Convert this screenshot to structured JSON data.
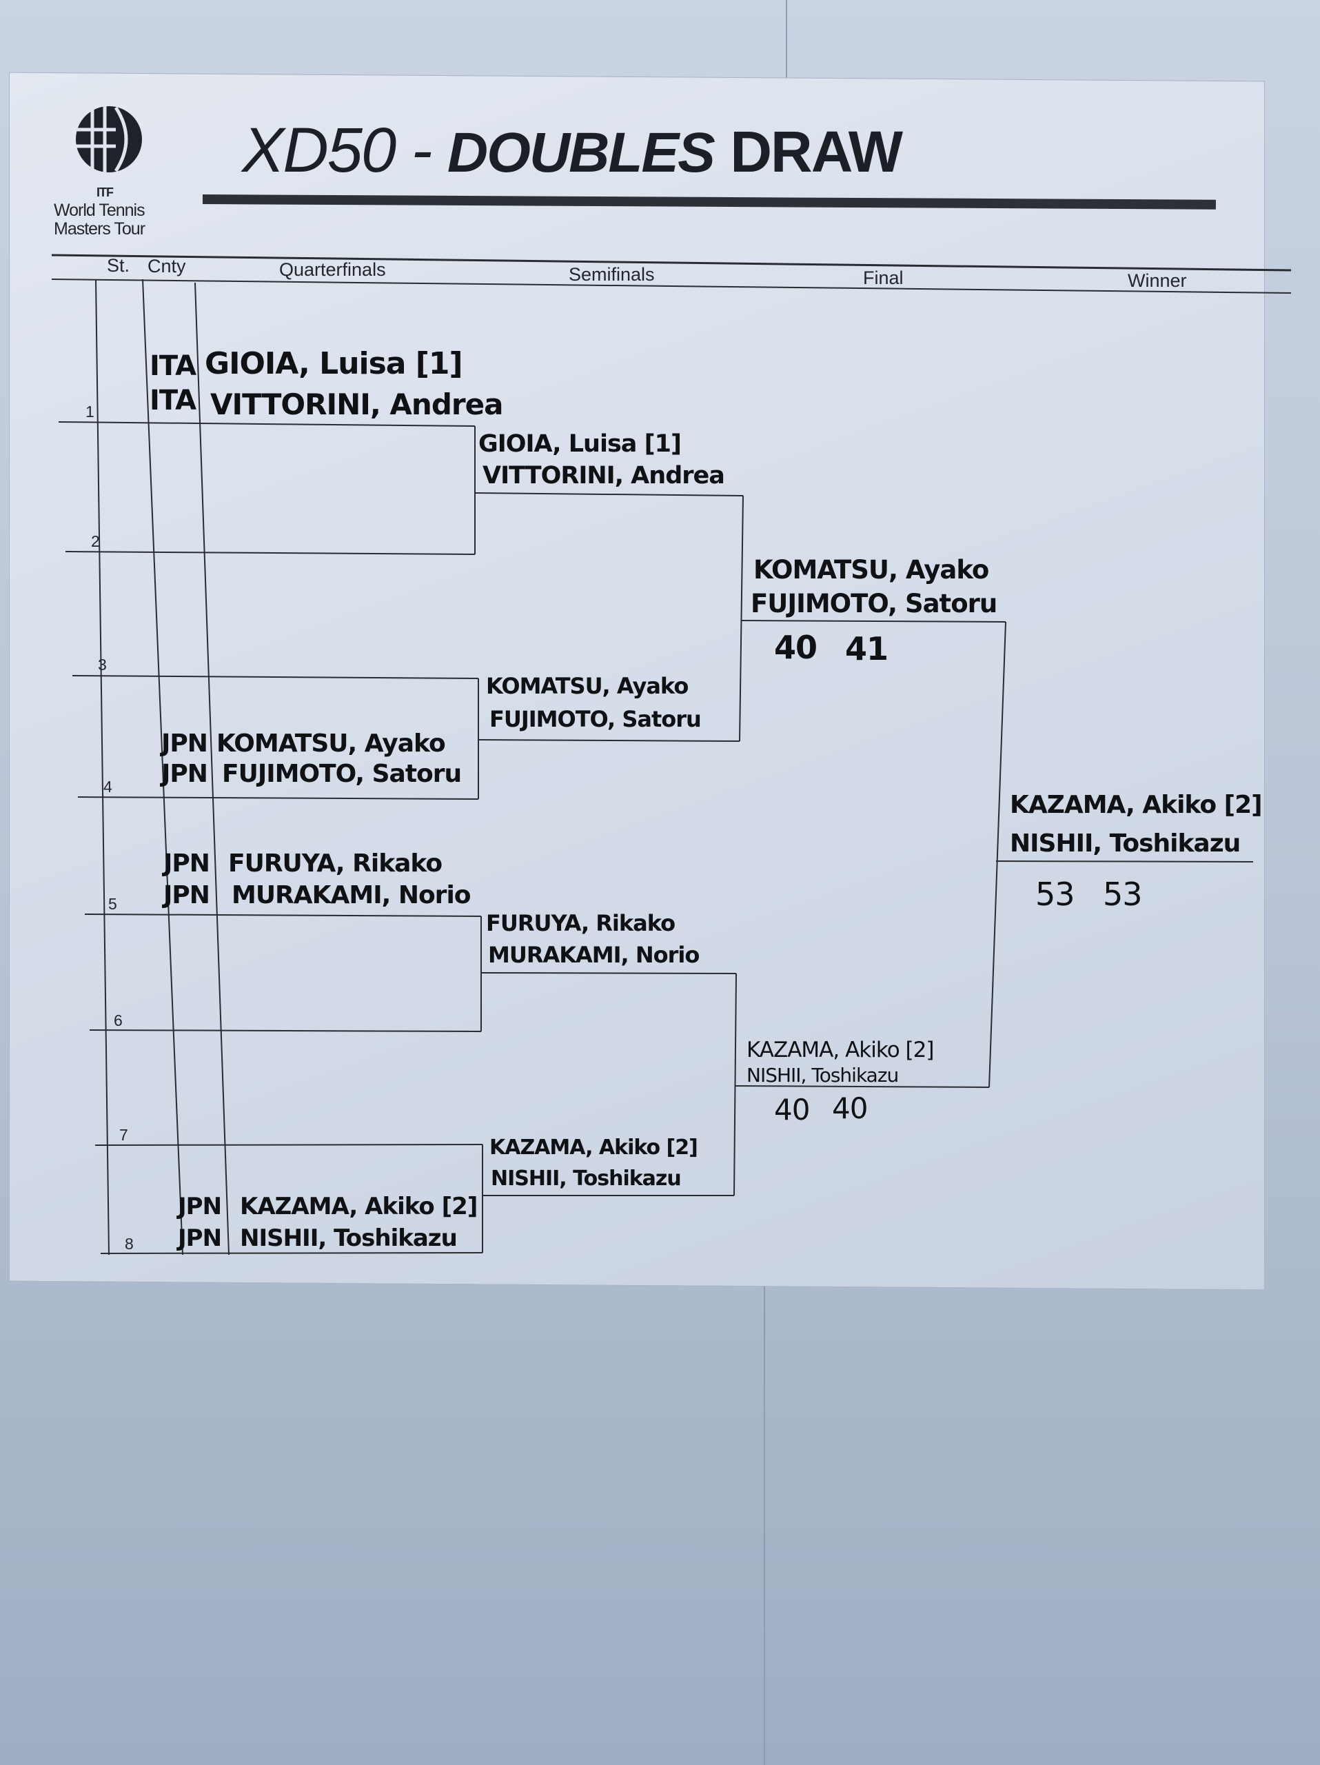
{
  "header": {
    "logo_mark": "ITF",
    "org_line1": "World Tennis",
    "org_line2": "Masters Tour",
    "title_event": "XD50 -",
    "title_handwritten": "DOUBLES",
    "title_printed": "DRAW"
  },
  "columns": {
    "seed": "St.",
    "country": "Cnty",
    "quarterfinals": "Quarterfinals",
    "semifinals": "Semifinals",
    "final": "Final",
    "winner": "Winner"
  },
  "draw_lines": [
    "1",
    "2",
    "3",
    "4",
    "5",
    "6",
    "7",
    "8"
  ],
  "quarterfinals": [
    {
      "country1": "ITA",
      "player1": "GIOIA, Luisa [1]",
      "country2": "ITA",
      "player2": "VITTORINI, Andrea"
    },
    {
      "country1": "JPN",
      "player1": "KOMATSU, Ayako",
      "country2": "JPN",
      "player2": "FUJIMOTO, Satoru"
    },
    {
      "country1": "JPN",
      "player1": "FURUYA, Rikako",
      "country2": "JPN",
      "player2": "MURAKAMI, Norio"
    },
    {
      "country1": "JPN",
      "player1": "KAZAMA, Akiko [2]",
      "country2": "JPN",
      "player2": "NISHII, Toshikazu"
    }
  ],
  "semifinals": [
    {
      "player1": "GIOIA, Luisa [1]",
      "player2": "VITTORINI, Andrea"
    },
    {
      "player1": "KOMATSU, Ayako",
      "player2": "FUJIMOTO, Satoru"
    },
    {
      "player1": "FURUYA, Rikako",
      "player2": "MURAKAMI, Norio"
    },
    {
      "player1": "KAZAMA, Akiko [2]",
      "player2": "NISHII, Toshikazu"
    }
  ],
  "final": [
    {
      "player1": "KOMATSU, Ayako",
      "player2": "FUJIMOTO, Satoru",
      "score1": "40",
      "score2": "41"
    },
    {
      "player1": "KAZAMA, Akiko [2]",
      "player2": "NISHII, Toshikazu",
      "score1": "40",
      "score2": "40"
    }
  ],
  "winner": {
    "player1": "KAZAMA, Akiko [2]",
    "player2": "NISHII, Toshikazu",
    "score1": "53",
    "score2": "53"
  }
}
